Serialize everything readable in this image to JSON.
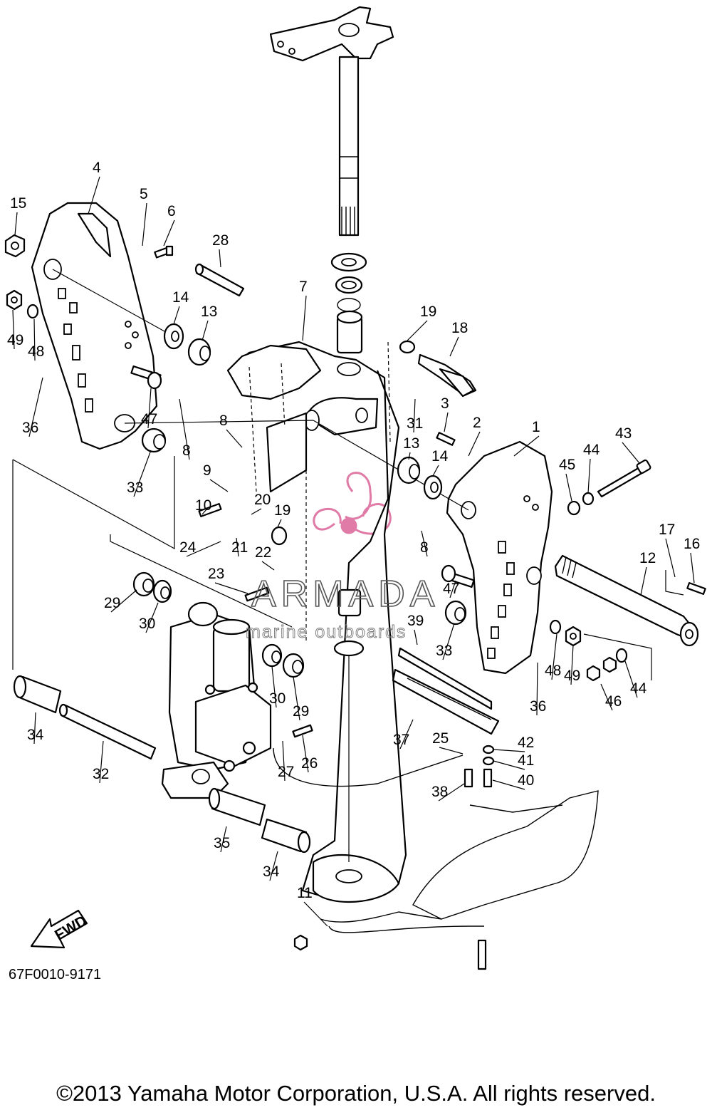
{
  "diagram_code": "67F0010-9171",
  "copyright": "©2013 Yamaha Motor Corporation, U.S.A. All rights reserved.",
  "fwd_label": "FWD",
  "watermark": {
    "brand": "ARMADA",
    "tagline": "marine outboards",
    "logo_color": "#e07aa6"
  },
  "callouts": [
    "1",
    "2",
    "3",
    "4",
    "5",
    "6",
    "7",
    "8",
    "8",
    "8",
    "9",
    "10",
    "11",
    "12",
    "13",
    "13",
    "14",
    "14",
    "15",
    "16",
    "17",
    "18",
    "19",
    "19",
    "20",
    "21",
    "22",
    "23",
    "24",
    "25",
    "26",
    "27",
    "28",
    "29",
    "29",
    "30",
    "30",
    "31",
    "32",
    "33",
    "33",
    "34",
    "34",
    "35",
    "36",
    "36",
    "37",
    "38",
    "39",
    "40",
    "41",
    "42",
    "43",
    "44",
    "44",
    "45",
    "46",
    "47",
    "47",
    "48",
    "48",
    "49",
    "49"
  ]
}
